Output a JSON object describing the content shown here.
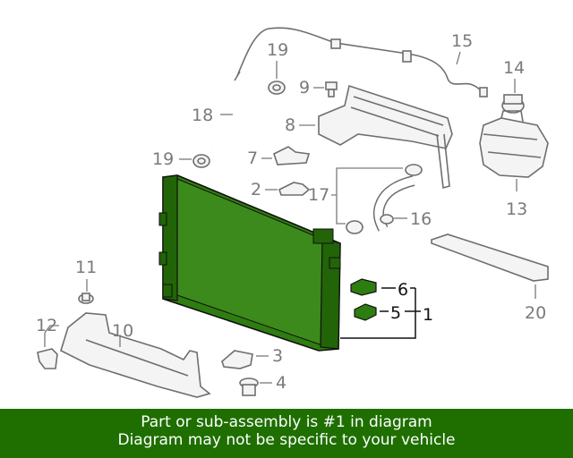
{
  "diagram": {
    "callouts": {
      "c1": "1",
      "c2": "2",
      "c3": "3",
      "c4": "4",
      "c5": "5",
      "c6": "6",
      "c7": "7",
      "c8": "8",
      "c9": "9",
      "c10": "10",
      "c11": "11",
      "c12": "12",
      "c13": "13",
      "c14": "14",
      "c15": "15",
      "c16": "16",
      "c17": "17",
      "c18": "18",
      "c19a": "19",
      "c19b": "19",
      "c20": "20"
    },
    "highlight_color": "#1e6f00",
    "highlighted_part": "1"
  },
  "footer": {
    "line1": "Part or sub-assembly is #1 in diagram",
    "line2": "Diagram may not be specific to your vehicle",
    "background": "#1e6f00"
  }
}
